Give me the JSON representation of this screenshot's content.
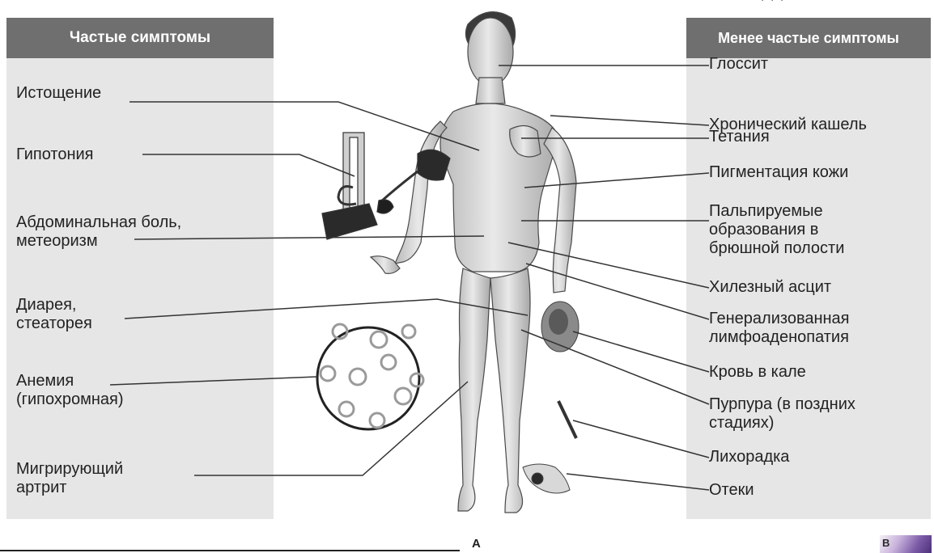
{
  "left_panel": {
    "title": "Частые симптомы",
    "labels": [
      {
        "key": "exhaustion",
        "text": "Истощение"
      },
      {
        "key": "hypotension",
        "text": "Гипотония"
      },
      {
        "key": "abdominal",
        "text": "Абдоминальная боль,\nметеоризм"
      },
      {
        "key": "diarrhea",
        "text": "Диарея,\nстеаторея"
      },
      {
        "key": "anemia",
        "text": "Анемия\n(гипохромная)"
      },
      {
        "key": "arthritis",
        "text": "Мигрирующий\nартрит"
      }
    ]
  },
  "right_panel": {
    "title": "Менее частые симптомы",
    "labels": [
      {
        "key": "glossitis",
        "text": "Глоссит"
      },
      {
        "key": "cough",
        "text": "Хронический кашель"
      },
      {
        "key": "tetany",
        "text": "Тетания"
      },
      {
        "key": "pigmentation",
        "text": "Пигментация кожи"
      },
      {
        "key": "masses",
        "text": "Пальпируемые\nобразования в\nбрюшной полости"
      },
      {
        "key": "ascites",
        "text": "Хилезный асцит"
      },
      {
        "key": "lymph",
        "text": "Генерализованная\nлимфоаденопатия"
      },
      {
        "key": "blood",
        "text": "Кровь в кале"
      },
      {
        "key": "purpura",
        "text": "Пурпура (в поздних\nстадиях)"
      },
      {
        "key": "fever",
        "text": "Лихорадка"
      },
      {
        "key": "edema",
        "text": "Отеки"
      }
    ]
  },
  "figure_caption": "А",
  "corner_thumbnail_label": "В",
  "top_clipped_text": "·  ·  ·"
}
